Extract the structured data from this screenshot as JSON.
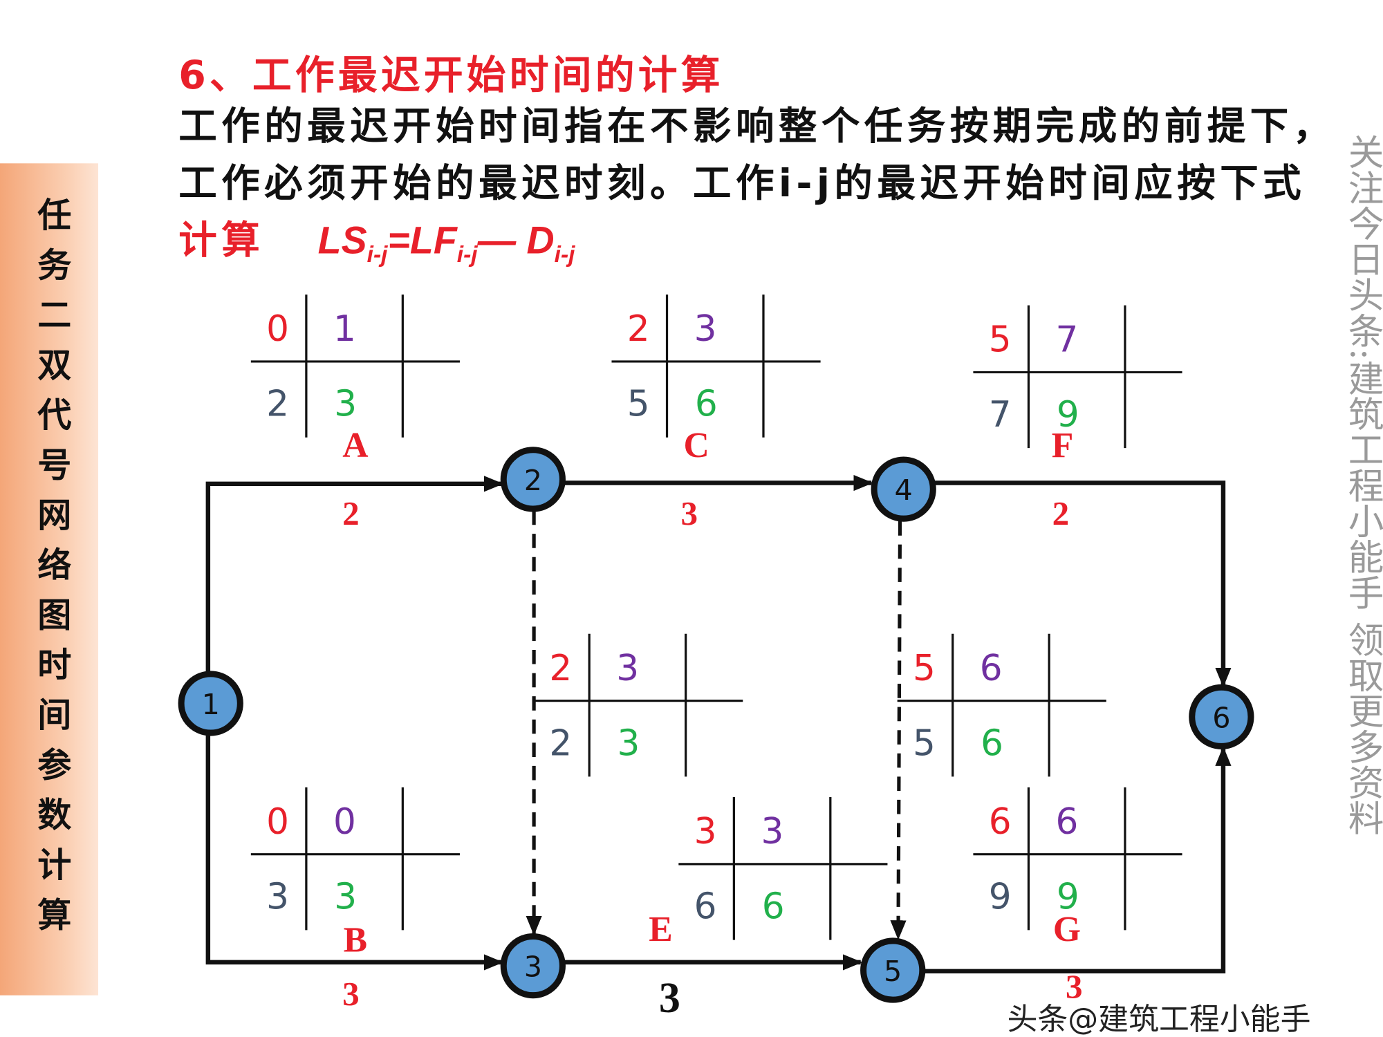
{
  "title": "6、工作最迟开始时间的计算",
  "body": {
    "text": "工作的最迟开始时间指在不影响整个任务按期完成的前提下，工作必须开始的最迟时刻。工作i-j的最迟开始时间应按下式",
    "red_word": "计算",
    "formula": {
      "ls": "LS",
      "eq": "=",
      "lf": "LF",
      "minus": "—",
      "d": "D",
      "sub": "i-j"
    }
  },
  "sidebar": {
    "text": "任务二 双代号网络图时间参数计算",
    "color": "#f4a678"
  },
  "watermark": "关注今日头条:建筑工程小能手 领取更多资料",
  "credit": "头条@建筑工程小能手",
  "colors": {
    "es": "#e8202a",
    "ef": "#7030a0",
    "ls": "#44546a",
    "lf": "#21b04b",
    "node_fill": "#5b9bd5",
    "label": "#e8202a"
  },
  "nodes": [
    {
      "id": "1"
    },
    {
      "id": "2"
    },
    {
      "id": "3"
    },
    {
      "id": "4"
    },
    {
      "id": "5"
    },
    {
      "id": "6"
    }
  ],
  "activities": [
    {
      "name": "A",
      "from": "1",
      "to": "2",
      "duration": "2",
      "es": "0",
      "ef": "1",
      "ls": "2",
      "lf": "3"
    },
    {
      "name": "C",
      "from": "2",
      "to": "4",
      "duration": "3",
      "es": "2",
      "ef": "3",
      "ls": "5",
      "lf": "6"
    },
    {
      "name": "F",
      "from": "4",
      "to": "6",
      "duration": "2",
      "es": "5",
      "ef": "7",
      "ls": "7",
      "lf": "9"
    },
    {
      "name": "B",
      "from": "1",
      "to": "3",
      "duration": "3",
      "es": "0",
      "ef": "0",
      "ls": "3",
      "lf": "3"
    },
    {
      "name": "E",
      "from": "3",
      "to": "5",
      "duration": "3",
      "es": "3",
      "ef": "3",
      "ls": "6",
      "lf": "6"
    },
    {
      "name": "G",
      "from": "5",
      "to": "6",
      "duration": "3",
      "es": "6",
      "ef": "6",
      "ls": "9",
      "lf": "9"
    },
    {
      "name": "",
      "from": "2",
      "to": "3",
      "dummy": true,
      "es": "2",
      "ef": "3",
      "ls": "2",
      "lf": "3"
    },
    {
      "name": "",
      "from": "4",
      "to": "5",
      "dummy": true,
      "es": "5",
      "ef": "6",
      "ls": "5",
      "lf": "6"
    }
  ]
}
